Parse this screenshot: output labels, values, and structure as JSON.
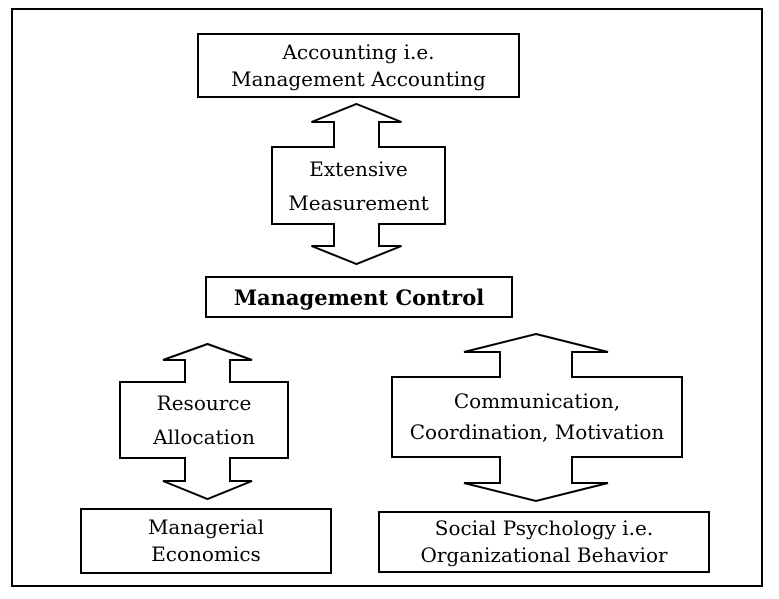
{
  "colors": {
    "line": "#000000",
    "background": "#ffffff"
  },
  "nodes": {
    "accounting": {
      "line1": "Accounting i.e.",
      "line2": "Management Accounting"
    },
    "extensive_measurement": {
      "line1": "Extensive",
      "line2": "Measurement"
    },
    "management_control": {
      "label": "Management Control"
    },
    "resource_allocation": {
      "line1": "Resource",
      "line2": "Allocation"
    },
    "managerial_economics": {
      "line1": "Managerial",
      "line2": "Economics"
    },
    "communication_coordination_motivation": {
      "line1": "Communication,",
      "line2": "Coordination, Motivation"
    },
    "social_psychology": {
      "line1": "Social Psychology i.e.",
      "line2": "Organizational Behavior"
    }
  },
  "arrows": {
    "top": "double-headed-vertical-arrow",
    "left": "double-headed-vertical-arrow",
    "right": "double-headed-vertical-arrow"
  }
}
